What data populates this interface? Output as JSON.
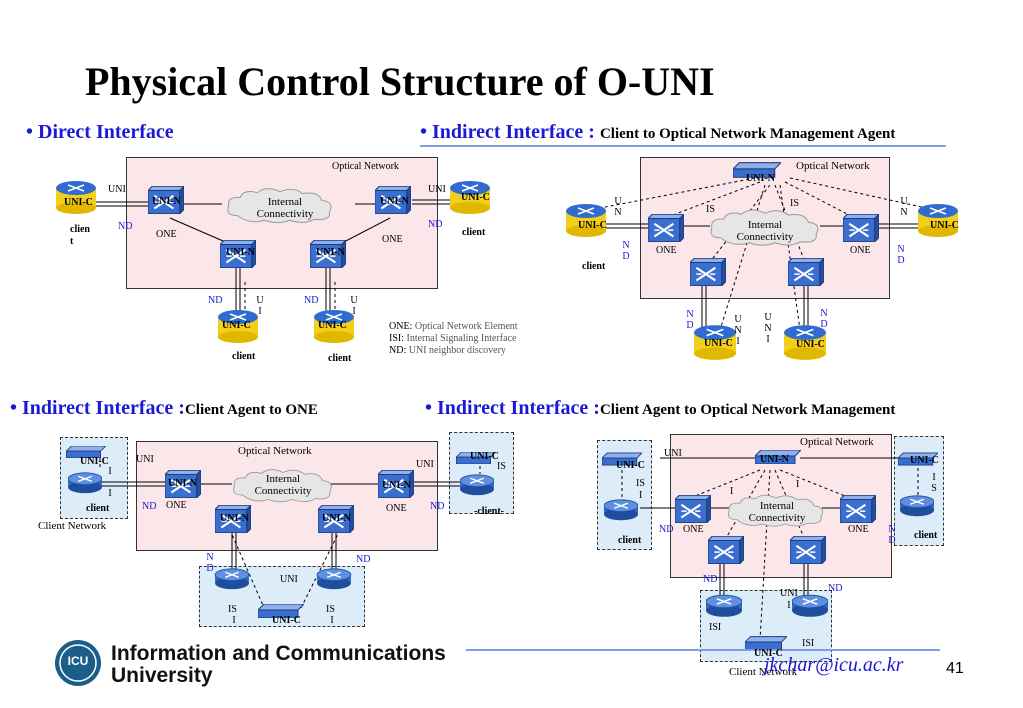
{
  "title": "Physical Control Structure of O-UNI",
  "panels": {
    "direct": {
      "heading": "Direct Interface"
    },
    "indirect_mgmt": {
      "heading": "Indirect Interface :",
      "sub": "Client to Optical Network Management Agent"
    },
    "agent_one": {
      "heading": "Indirect Interface :",
      "sub": "Client Agent to ONE"
    },
    "agent_mgmt": {
      "heading": "Indirect Interface :",
      "sub": "Client Agent to Optical Network Management"
    }
  },
  "labels": {
    "optical_network": "Optical Network",
    "internal_connectivity_1": "Internal",
    "internal_connectivity_2": "Connectivity",
    "one": "ONE",
    "uni": "UNI",
    "uni_c": "UNI-C",
    "uni_n": "UNI-N",
    "nd": "ND",
    "client": "client",
    "client_split_1": "clien",
    "client_split_2": "t",
    "client_dash": "-client-",
    "is": "IS",
    "isi": "ISI",
    "client_network": "Client Network",
    "u": "U",
    "n": "N",
    "i": "I",
    "d": "D",
    "s": "S"
  },
  "legend": {
    "one_key": "ONE:",
    "one_val": "Optical Network Element",
    "isi_key": "ISI:",
    "isi_val": "Internal Signaling Interface",
    "nd_key": "ND:",
    "nd_val": "UNI neighbor discovery"
  },
  "footer": {
    "logo_text": "ICU",
    "org_line1": "Information and Communications",
    "org_line2": "University",
    "email": "jkchar@icu.ac.kr",
    "page": "41"
  },
  "colors": {
    "network_bg": "#fbe6ea",
    "client_bg": "#dcecf8",
    "heading_blue": "#1a1ad6",
    "switch_blue": "#3a6fd0",
    "router_blue": "#2f6bd0",
    "cylinder_yellow": "#f2cf1b",
    "rule_blue": "#7ea0e0"
  }
}
